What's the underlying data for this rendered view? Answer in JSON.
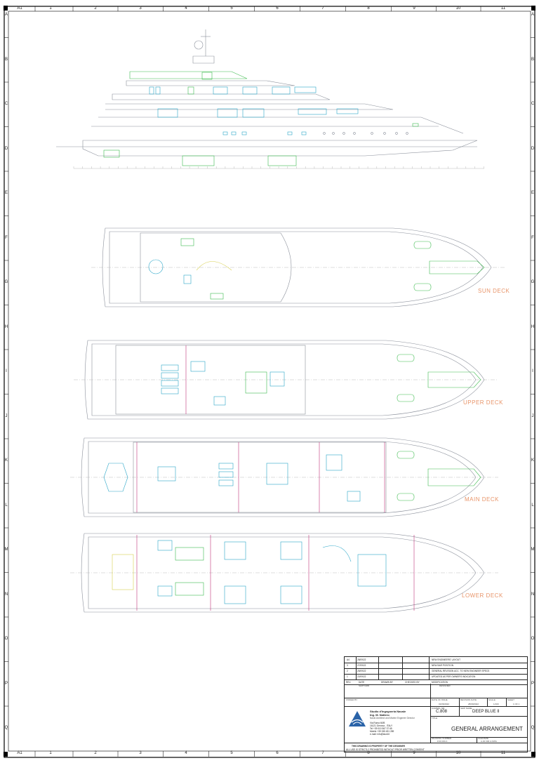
{
  "grid": {
    "columns": [
      "A1",
      "1",
      "2",
      "3",
      "4",
      "5",
      "6",
      "7",
      "8",
      "9",
      "10",
      "11"
    ],
    "rows": [
      "A",
      "B",
      "C",
      "D",
      "E",
      "F",
      "G",
      "H",
      "I",
      "J",
      "K",
      "L",
      "M",
      "N",
      "O",
      "P",
      "Q"
    ]
  },
  "decks": {
    "sun": "SUN DECK",
    "upper": "UPPER DECK",
    "main": "MAIN DECK",
    "lower": "LOWER DECK"
  },
  "revisions": [
    {
      "rev": "A4",
      "date": "28/09/22",
      "description": "NEW ENGINEERS' LAYOUT"
    },
    {
      "rev": "3",
      "date": "27/09/22",
      "description": "NEW BAR POSITION"
    },
    {
      "rev": "2",
      "date": "25/09/22",
      "description": "GENERAL REVISION ACC. TO NEW ENGINEER SPECS"
    },
    {
      "rev": "1",
      "date": "22/09/22",
      "description": "UPDATED AS PER OWNER'S INDICATION"
    }
  ],
  "rev_headers": {
    "rev": "REV.",
    "date": "DATE",
    "drawn": "DRAWN BY",
    "checked": "CHECKED BY",
    "modification": "MODIFICATION"
  },
  "title_block": {
    "shipyard_label": "SHIPYARD",
    "designer_label": "DESIGNER",
    "owner_label": "OWNER BY",
    "studio_name": "Studio d'Ingegneria Navale",
    "studio_person": "Ing. M. Nattero",
    "studio_role": "Naval Architect and Marine Engineer Director",
    "address_1": "Via Roma 60/B",
    "address_2": "16121 Genova - ITALY",
    "phone": "Tel +39 010 567 37 65",
    "mobile": "Mobile +39 335 491 289",
    "email": "e-mail: info@studi.it",
    "date_label": "DATE OF ISSUE",
    "date_value": "01/06/2022",
    "rev_date_label": "REVISION DATE",
    "rev_date_value": "28/09/2022",
    "scale_label": "SCALE",
    "scale_value": "1/100",
    "sheet_label": "SHEET",
    "sheet_value": "1 OF 1",
    "commission_label": "COMMIS. NR.",
    "commission_value": "C.808",
    "ship_name_label": "SHIP NAME",
    "ship_name_value": "DEEP BLUE II",
    "title_label": "TITLE",
    "title_value": "GENERAL ARRANGEMENT",
    "drawing_no_label": "DRAWING NUMBER",
    "drawing_no_value": "# 00 000 A",
    "filename_label": "FILENAME",
    "filename_value": "A-00 000 A.DWG",
    "property_line1": "THIS DRAWING IS PROPERTY OF THE DESIGNER",
    "property_line2": "ALL USE IS STRICTLY PROHIBITED WITHOUT PRIOR WRITTEN CONSENT"
  },
  "colors": {
    "line": "#8a8f9a",
    "green": "#3dbb4e",
    "cyan": "#2aa6c8",
    "magenta": "#c0337a",
    "yellow": "#d8d050",
    "label": "#e8956a"
  }
}
